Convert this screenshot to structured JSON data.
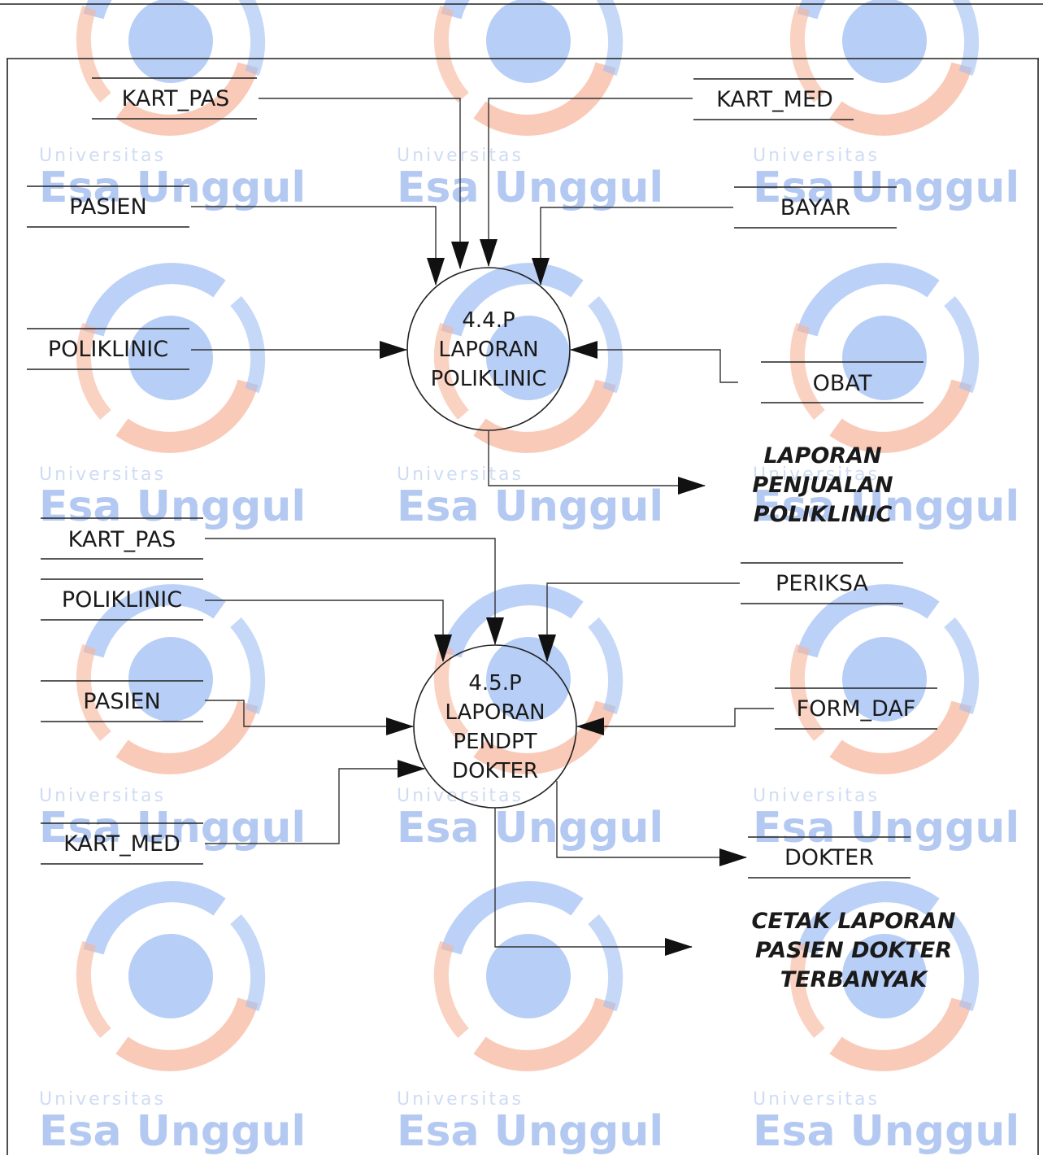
{
  "watermark": {
    "line1": "Universitas",
    "line2": "Esa Unggul",
    "colors": {
      "blue": "#9fbef3",
      "orange": "#f7b49a",
      "text": "#b4c9f1"
    }
  },
  "processes": [
    {
      "id": "p44",
      "lines": [
        "4.4.P",
        "LAPORAN",
        "POLIKLINIC"
      ]
    },
    {
      "id": "p45",
      "lines": [
        "4.5.P",
        "LAPORAN",
        "PENDPT",
        "DOKTER"
      ]
    }
  ],
  "stores": [
    {
      "id": "kart_pas_1",
      "label": "KART_PAS"
    },
    {
      "id": "kart_med_1",
      "label": "KART_MED"
    },
    {
      "id": "pasien_1",
      "label": "PASIEN"
    },
    {
      "id": "bayar",
      "label": "BAYAR"
    },
    {
      "id": "poliklinic_1",
      "label": "POLIKLINIC"
    },
    {
      "id": "obat",
      "label": "OBAT"
    },
    {
      "id": "kart_pas_2",
      "label": "KART_PAS"
    },
    {
      "id": "poliklinic_2",
      "label": "POLIKLINIC"
    },
    {
      "id": "periksa",
      "label": "PERIKSA"
    },
    {
      "id": "pasien_2",
      "label": "PASIEN"
    },
    {
      "id": "form_daf",
      "label": "FORM_DAF"
    },
    {
      "id": "kart_med_2",
      "label": "KART_MED"
    },
    {
      "id": "dokter",
      "label": "DOKTER"
    }
  ],
  "outputs": [
    {
      "id": "out1",
      "lines": [
        "LAPORAN",
        "PENJUALAN",
        "POLIKLINIC"
      ]
    },
    {
      "id": "out2",
      "lines": [
        "CETAK LAPORAN",
        "PASIEN DOKTER",
        "TERBANYAK"
      ]
    }
  ]
}
